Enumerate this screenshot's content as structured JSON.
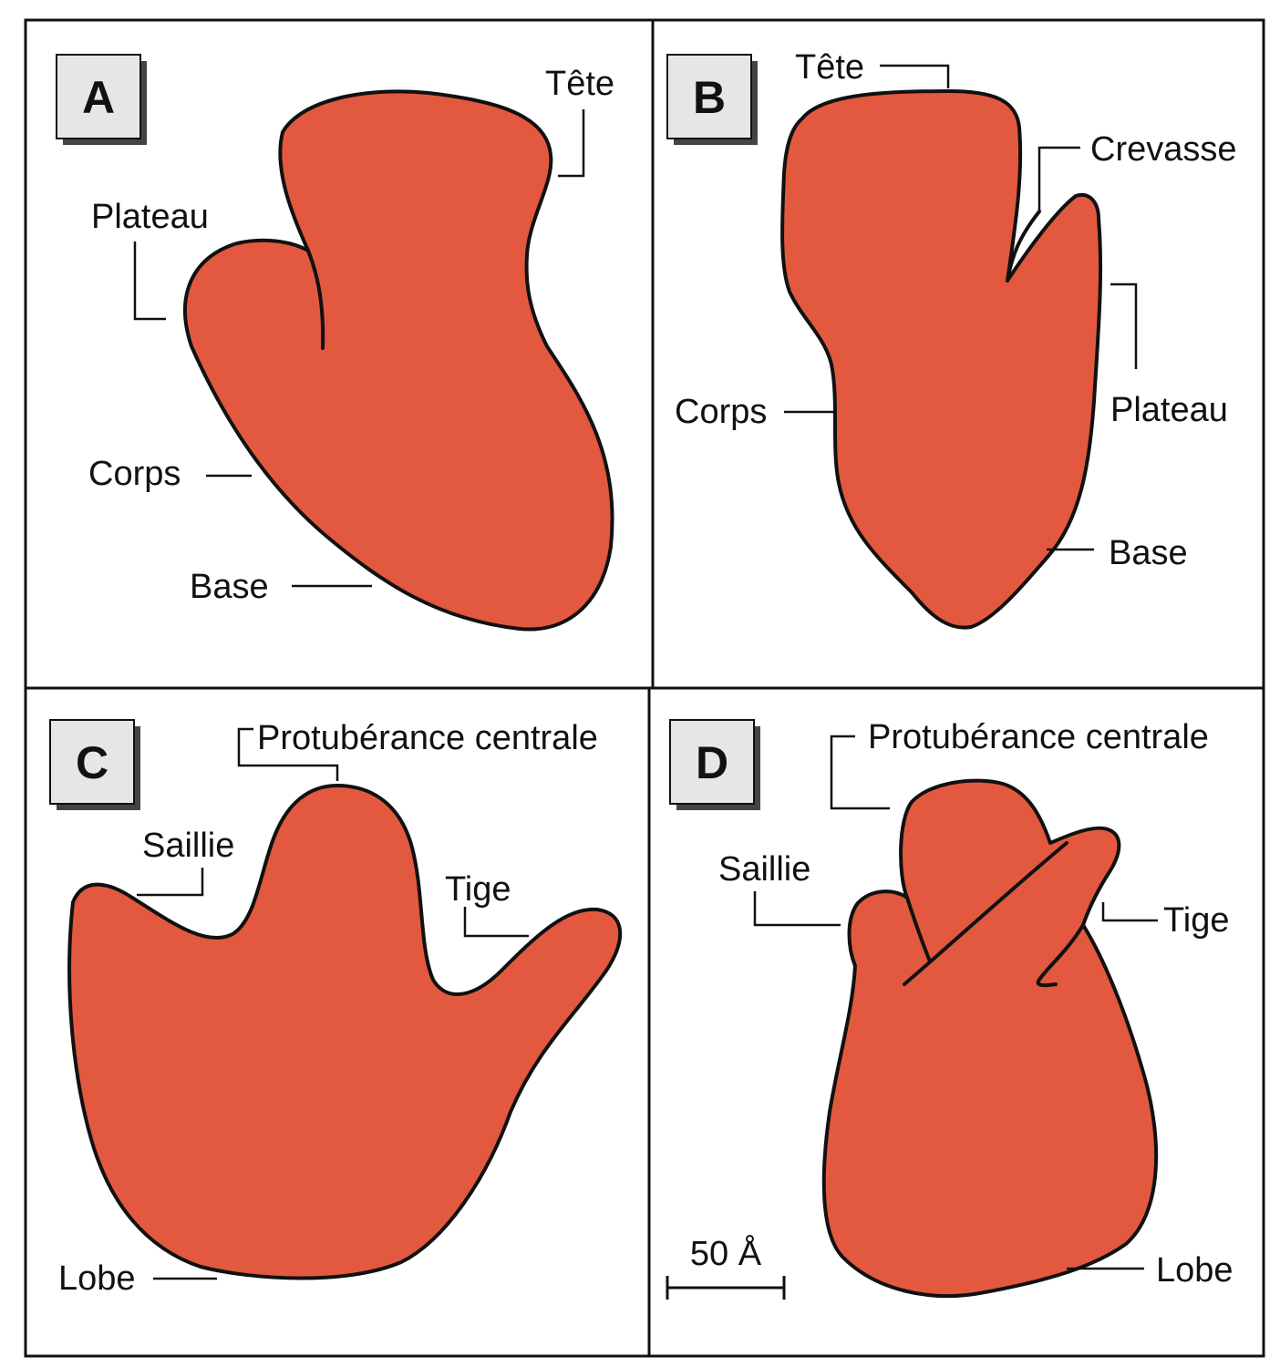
{
  "panels": [
    {
      "letter": "A",
      "labels": {
        "head": "Tête",
        "plateau": "Plateau",
        "body": "Corps",
        "base": "Base"
      }
    },
    {
      "letter": "B",
      "labels": {
        "head": "Tête",
        "cleft": "Crevasse",
        "body": "Corps",
        "plateau": "Plateau",
        "base": "Base"
      }
    },
    {
      "letter": "C",
      "labels": {
        "protuberance": "Protubérance centrale",
        "ridge": "Saillie",
        "stalk": "Tige",
        "lobe": "Lobe"
      }
    },
    {
      "letter": "D",
      "labels": {
        "protuberance": "Protubérance centrale",
        "ridge": "Saillie",
        "stalk": "Tige",
        "lobe": "Lobe"
      }
    }
  ],
  "scale_bar": {
    "label": "50 Å"
  },
  "colors": {
    "fill": "#e2593f",
    "stroke": "#111111",
    "background": "#ffffff"
  }
}
